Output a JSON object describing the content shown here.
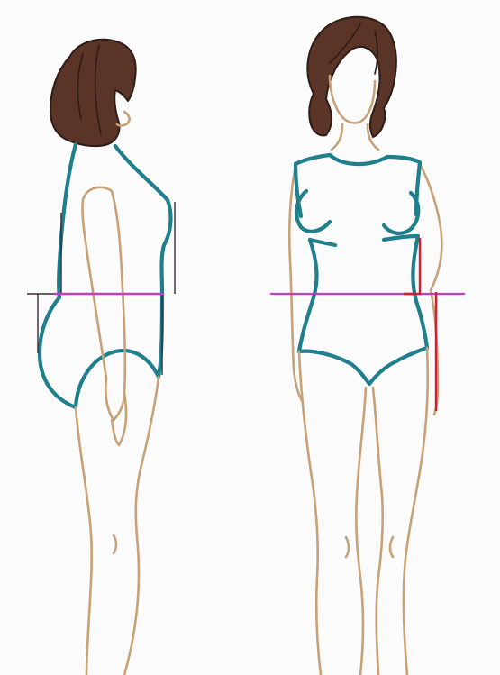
{
  "illustration": {
    "colors": {
      "skin_outline": "#c8a277",
      "swimsuit_outline": "#1f7f8c",
      "hair": "#5a3426",
      "hair_outline": "#2e1d17",
      "waist_line": "#c33fbf",
      "measure_line": "#d81b2e",
      "frame_line": "#3b2a3a",
      "paper": "#fbfbfb"
    },
    "figures": [
      {
        "id": "side-view",
        "icon": "side-profile-figure"
      },
      {
        "id": "front-view",
        "icon": "front-figure"
      }
    ]
  }
}
